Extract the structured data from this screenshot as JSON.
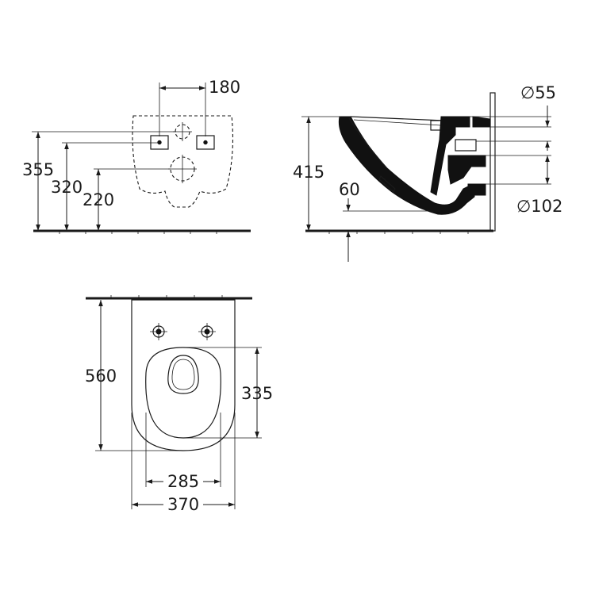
{
  "front_view": {
    "dims": {
      "d180": "180",
      "d355": "355",
      "d320": "320",
      "d220": "220"
    }
  },
  "side_view": {
    "dims": {
      "d415": "415",
      "d60": "60",
      "d55": "∅55",
      "d102": "∅102"
    }
  },
  "top_view": {
    "dims": {
      "d560": "560",
      "d335": "335",
      "d285": "285",
      "d370": "370"
    }
  }
}
